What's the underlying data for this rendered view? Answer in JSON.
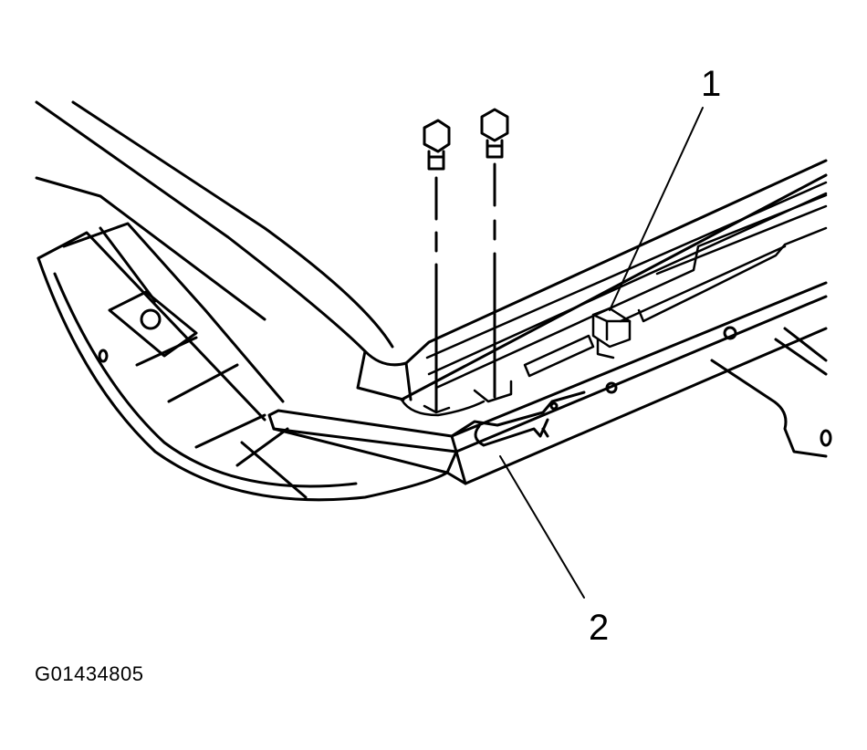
{
  "figure": {
    "id": "G01434805"
  },
  "callouts": {
    "item_1": "1",
    "item_2": "2"
  },
  "colors": {
    "line": "#000000",
    "background": "#ffffff"
  }
}
